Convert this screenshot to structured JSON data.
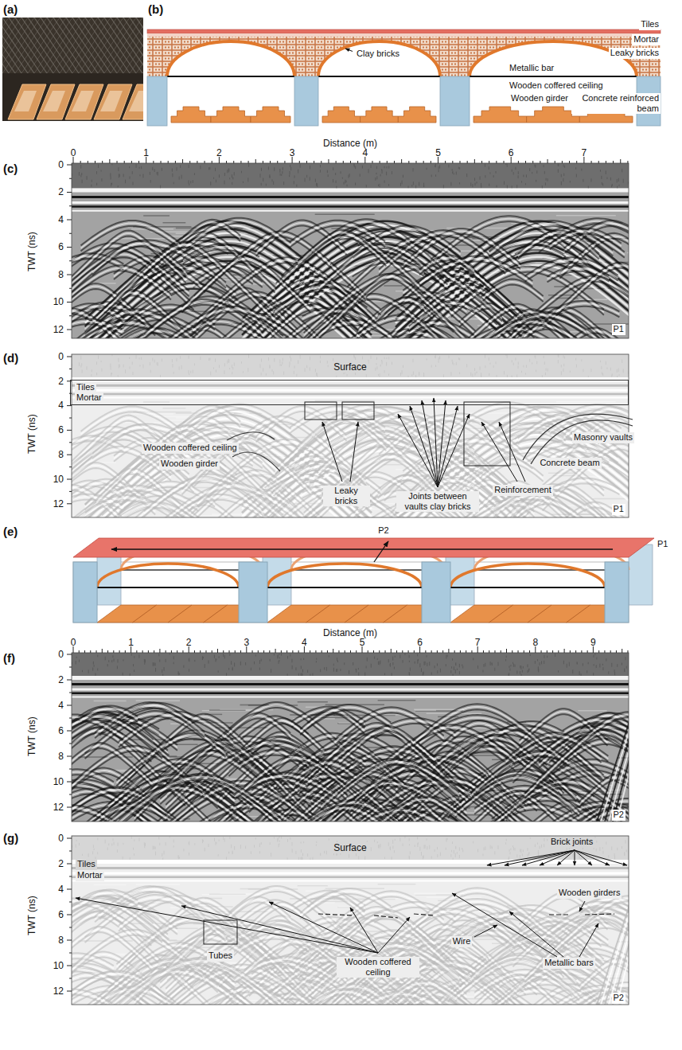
{
  "diagram": {
    "nodes": [
      {
        "text": [
          "Tiles",
          "Mortar"
        ]
      }
    ],
    "labels": [
      "(a)",
      "(b)",
      "Clay bricks",
      "Tiles",
      "Mortar",
      "Leaky bricks",
      "Metallic bar",
      "Wooden coffered ceiling",
      "Wooden girder",
      "Concrete reinforced beam",
      "Distance (m)",
      "0",
      "1",
      "2",
      "3",
      "4",
      "5",
      "6",
      "7",
      "(c)",
      "TWT (ns)",
      "0",
      "2",
      "4",
      "6",
      "8",
      "10",
      "12",
      "P1",
      "(d)",
      "TWT (ns)",
      "0",
      "2",
      "4",
      "6",
      "8",
      "10",
      "12",
      "Surface",
      "Wooden coffered ceiling",
      "Wooden girder",
      "Leaky bricks",
      "Joints between vaults clay bricks",
      "Reinforcement",
      "Concrete beam",
      "Masonry vaults",
      "P1",
      "(e)",
      "P2",
      "P1",
      "Distance (m)",
      "0",
      "1",
      "2",
      "3",
      "4",
      "5",
      "6",
      "7",
      "8",
      "9",
      "(f)",
      "TWT (ns)",
      "0",
      "2",
      "4",
      "6",
      "8",
      "10",
      "12",
      "P2",
      "(g)",
      "TWT (ns)",
      "0",
      "2",
      "4",
      "6",
      "8",
      "10",
      "12",
      "Surface",
      "Tiles",
      "Mortar",
      "Brick joints",
      "Wooden girders",
      "Tubes",
      "Wooden coffered ceiling",
      "Wire",
      "Metallic bars",
      "P2"
    ]
  }
}
